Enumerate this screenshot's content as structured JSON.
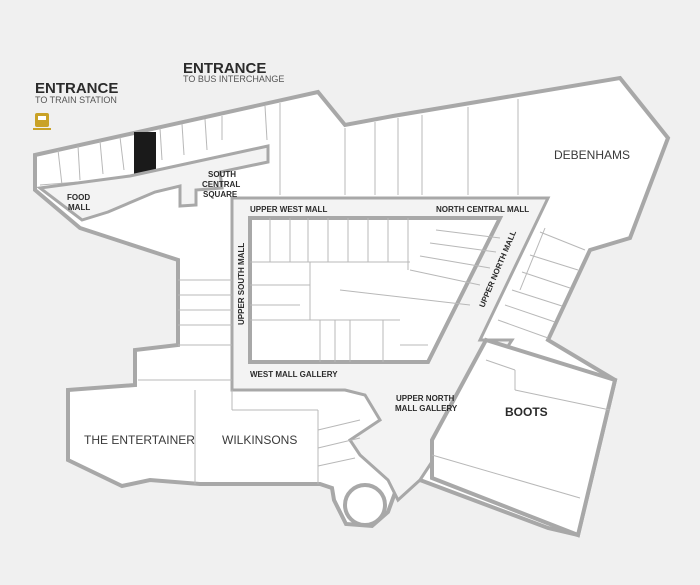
{
  "entrances": [
    {
      "title": "ENTRANCE",
      "subtitle": "TO TRAIN STATION"
    },
    {
      "title": "ENTRANCE",
      "subtitle": "TO BUS INTERCHANGE"
    }
  ],
  "areas": {
    "food_mall": [
      "FOOD",
      "MALL"
    ],
    "south_central_square": [
      "SOUTH",
      "CENTRAL",
      "SQUARE"
    ],
    "upper_west_mall": "UPPER WEST MALL",
    "north_central_mall": "NORTH CENTRAL MALL",
    "upper_south_mall": "UPPER SOUTH MALL",
    "upper_north_mall": "UPPER NORTH MALL",
    "west_mall_gallery": "WEST MALL GALLERY",
    "upper_north_mall_gallery": [
      "UPPER NORTH",
      "MALL GALLERY"
    ]
  },
  "stores": {
    "debenhams": "DEBENHAMS",
    "boots": "BOOTS",
    "entertainer": "THE ENTERTAINER",
    "wilkinsons": "WILKINSONS"
  },
  "colors": {
    "highlight_unit": "#1a1a1a",
    "train_icon": "#c9a227",
    "walls": "#a8a8a8",
    "background": "#f0f0f0"
  },
  "icons": [
    "train-icon"
  ]
}
